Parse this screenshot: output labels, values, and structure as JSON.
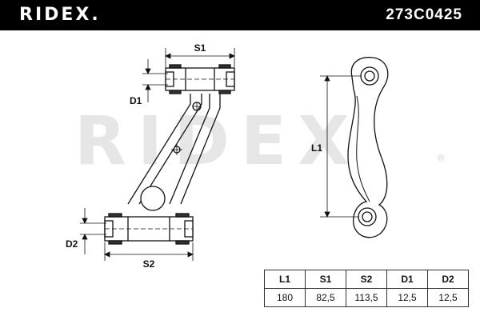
{
  "header": {
    "brand": "RIDEX.",
    "part_number": "273C0425"
  },
  "watermark": {
    "text": "RIDEX.",
    "registered_mark": "®"
  },
  "drawing_labels": {
    "s1": "S1",
    "d1": "D1",
    "d2": "D2",
    "s2": "S2",
    "l1": "L1"
  },
  "dimensions_table": {
    "headers": [
      "L1",
      "S1",
      "S2",
      "D1",
      "D2"
    ],
    "values": [
      "180",
      "82,5",
      "113,5",
      "12,5",
      "12,5"
    ]
  },
  "colors": {
    "header_bg": "#000000",
    "line": "#111111",
    "watermark": "#e6e6e6"
  }
}
